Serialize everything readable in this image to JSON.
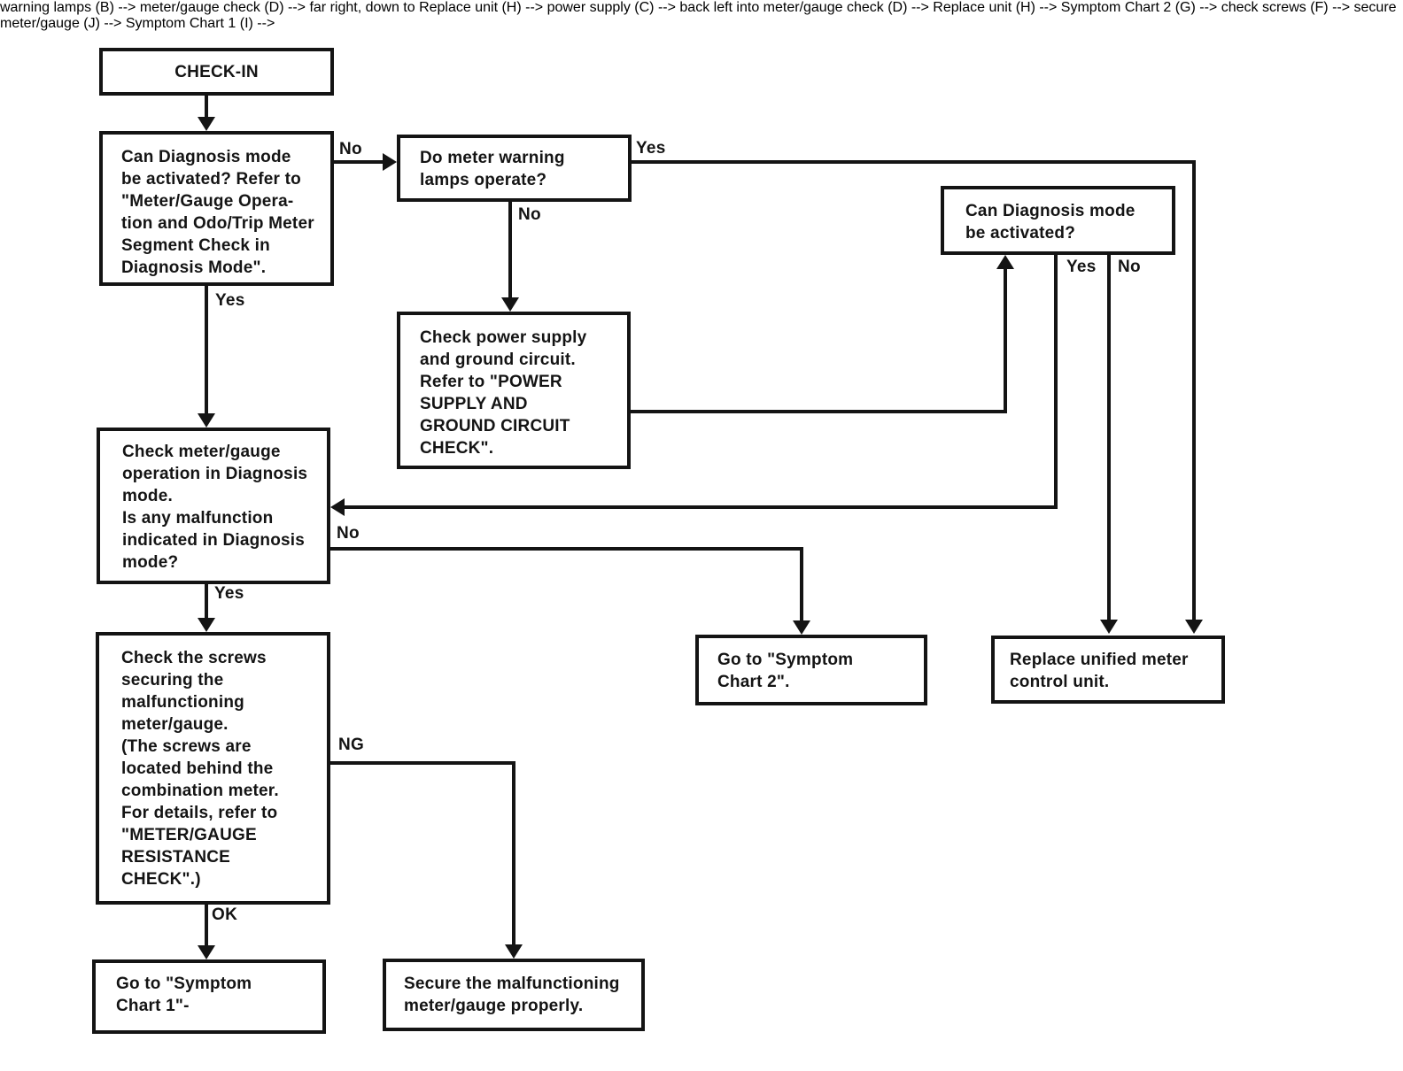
{
  "diagram": {
    "kind": "troubleshooting-flowchart",
    "colors": {
      "ink": "#141414",
      "paper": "#ffffff"
    },
    "nodes": {
      "check_in": {
        "text": "CHECK-IN"
      },
      "can_diag1": {
        "text": "Can Diagnosis mode\nbe activated? Refer to\n\"Meter/Gauge Opera-\ntion and Odo/Trip Meter\nSegment Check in\nDiagnosis Mode\"."
      },
      "warning_lamps": {
        "text": "Do meter warning\nlamps operate?"
      },
      "power_supply": {
        "text": "Check power supply\nand ground circuit.\nRefer to \"POWER\nSUPPLY AND\nGROUND CIRCUIT\nCHECK\"."
      },
      "can_diag2": {
        "text": "Can Diagnosis mode\nbe activated?"
      },
      "meter_gauge": {
        "text": "Check meter/gauge\noperation in Diagnosis\nmode.\nIs any malfunction\nindicated in Diagnosis\nmode?"
      },
      "check_screws": {
        "text": "Check the screws\nsecuring the\nmalfunctioning\nmeter/gauge.\n(The screws are\nlocated behind the\ncombination meter.\nFor details, refer to\n\"METER/GAUGE\nRESISTANCE\nCHECK\".)"
      },
      "symptom2": {
        "text": "Go to \"Symptom\nChart 2\"."
      },
      "replace_unit": {
        "text": "Replace unified meter\ncontrol unit."
      },
      "symptom1": {
        "text": "Go to \"Symptom\nChart 1\"-"
      },
      "secure": {
        "text": "Secure the malfunctioning\nmeter/gauge properly."
      }
    },
    "edge_labels": {
      "a_no": "No",
      "a_yes": "Yes",
      "b_yes": "Yes",
      "b_no": "No",
      "e_yes": "Yes",
      "e_no": "No",
      "d_no": "No",
      "d_yes": "Yes",
      "f_ng": "NG",
      "f_ok": "OK"
    }
  }
}
